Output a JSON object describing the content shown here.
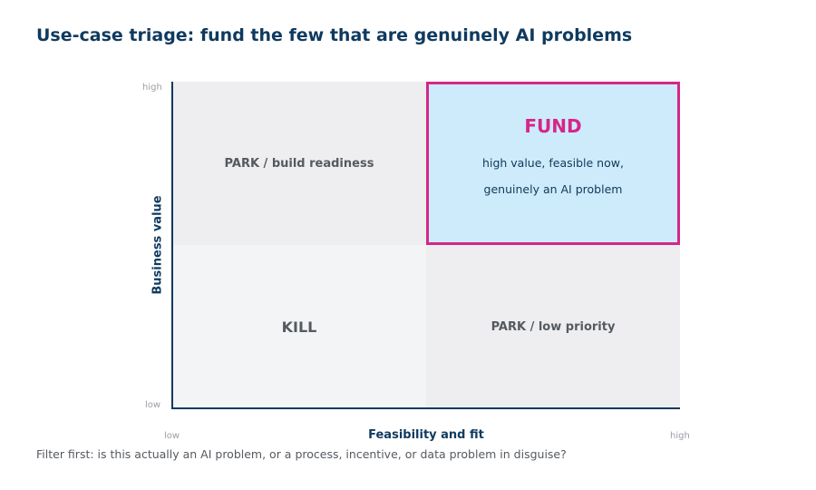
{
  "title": "Use-case triage: fund the few that are genuinely AI problems",
  "axes": {
    "x_label": "Feasibility and fit",
    "y_label": "Business value",
    "x_low": "low",
    "x_high": "high",
    "y_low": "low",
    "y_high": "high"
  },
  "quadrants": {
    "top_left": {
      "label": "PARK / build readiness"
    },
    "top_right": {
      "label": "FUND",
      "desc_line1": "high value, feasible now,",
      "desc_line2": "genuinely an AI problem",
      "highlight_color": "#d6268a",
      "fill_color": "#cdebfb"
    },
    "bottom_left": {
      "label": "KILL"
    },
    "bottom_right": {
      "label": "PARK / low priority"
    }
  },
  "footnote": "Filter first: is this actually an AI problem, or a process, incentive, or data problem in disguise?",
  "colors": {
    "title": "#0f3a5f",
    "axis": "#0f3a5f",
    "muted_text": "#555a60"
  }
}
